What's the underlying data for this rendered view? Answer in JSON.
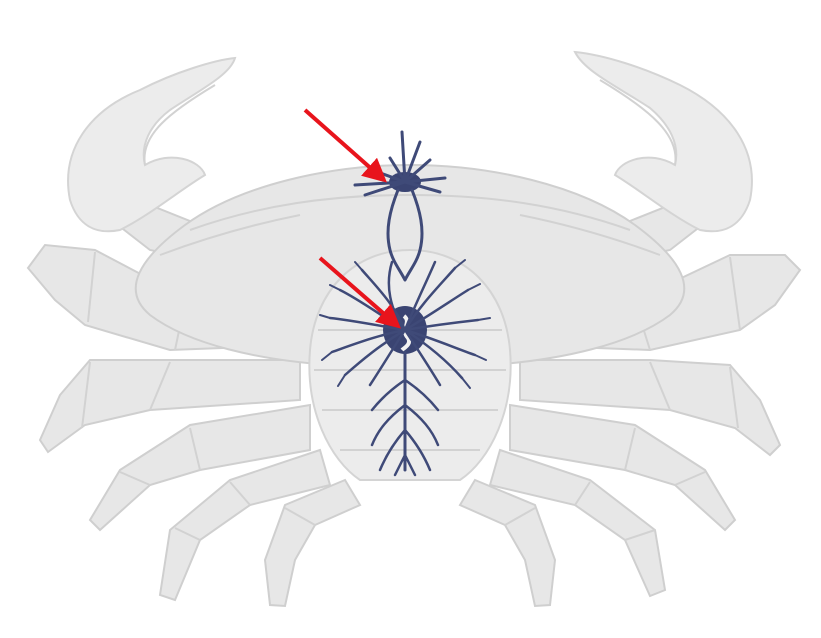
{
  "colors": {
    "background": "#ffffff",
    "crab_body": "#e7e7e7",
    "crab_outline": "#cfcfcf",
    "nervous_system": "#3f4a78",
    "arrow": "#e8141c"
  },
  "figure": {
    "subject": "crab-nervous-system",
    "arrows": [
      {
        "id": "arrow-cerebral-ganglion",
        "points_to": "cerebral-ganglion"
      },
      {
        "id": "arrow-thoracic-ganglion",
        "points_to": "thoracic-ganglion-mass"
      }
    ]
  }
}
